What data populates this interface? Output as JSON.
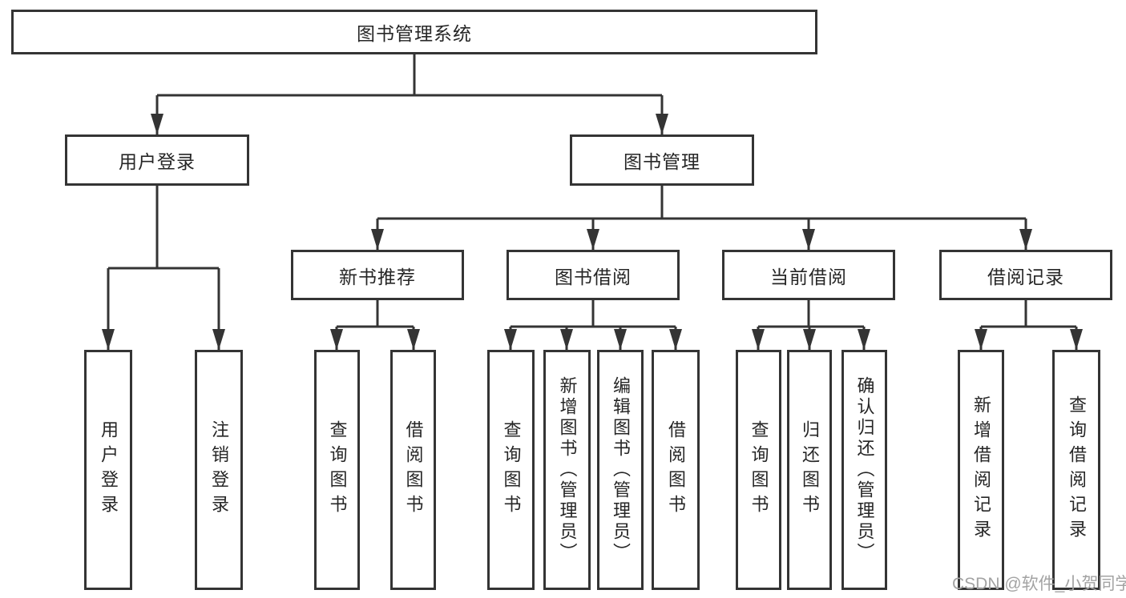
{
  "diagram": {
    "type": "hierarchy-tree",
    "levels": 4,
    "nodes": {
      "root": "图书管理系统",
      "user_login": "用户登录",
      "book_mgmt": "图书管理",
      "new_book_rec": "新书推荐",
      "book_borrow": "图书借阅",
      "current_borrow": "当前借阅",
      "borrow_record": "借阅记录",
      "leaf_user_login": "用户登录",
      "leaf_logout": "注销登录",
      "leaf_query_book_a": "查询图书",
      "leaf_borrow_book_a": "借阅图书",
      "leaf_query_book_b": "查询图书",
      "leaf_add_book": "新增图书（管理员）",
      "leaf_edit_book": "编辑图书（管理员）",
      "leaf_borrow_book_b": "借阅图书",
      "leaf_query_book_c": "查询图书",
      "leaf_return_book": "归还图书",
      "leaf_confirm_return": "确认归还（管理员）",
      "leaf_add_borrow_record": "新增借阅记录",
      "leaf_query_borrow_record": "查询借阅记录"
    },
    "edges": [
      [
        "root",
        "user_login"
      ],
      [
        "root",
        "book_mgmt"
      ],
      [
        "user_login",
        "leaf_user_login"
      ],
      [
        "user_login",
        "leaf_logout"
      ],
      [
        "book_mgmt",
        "new_book_rec"
      ],
      [
        "book_mgmt",
        "book_borrow"
      ],
      [
        "book_mgmt",
        "current_borrow"
      ],
      [
        "book_mgmt",
        "borrow_record"
      ],
      [
        "new_book_rec",
        "leaf_query_book_a"
      ],
      [
        "new_book_rec",
        "leaf_borrow_book_a"
      ],
      [
        "book_borrow",
        "leaf_query_book_b"
      ],
      [
        "book_borrow",
        "leaf_add_book"
      ],
      [
        "book_borrow",
        "leaf_edit_book"
      ],
      [
        "book_borrow",
        "leaf_borrow_book_b"
      ],
      [
        "current_borrow",
        "leaf_query_book_c"
      ],
      [
        "current_borrow",
        "leaf_return_book"
      ],
      [
        "current_borrow",
        "leaf_confirm_return"
      ],
      [
        "borrow_record",
        "leaf_add_borrow_record"
      ],
      [
        "borrow_record",
        "leaf_query_borrow_record"
      ]
    ],
    "line_color": "#343434",
    "watermark": "CSDN @软件_小贺同学"
  }
}
